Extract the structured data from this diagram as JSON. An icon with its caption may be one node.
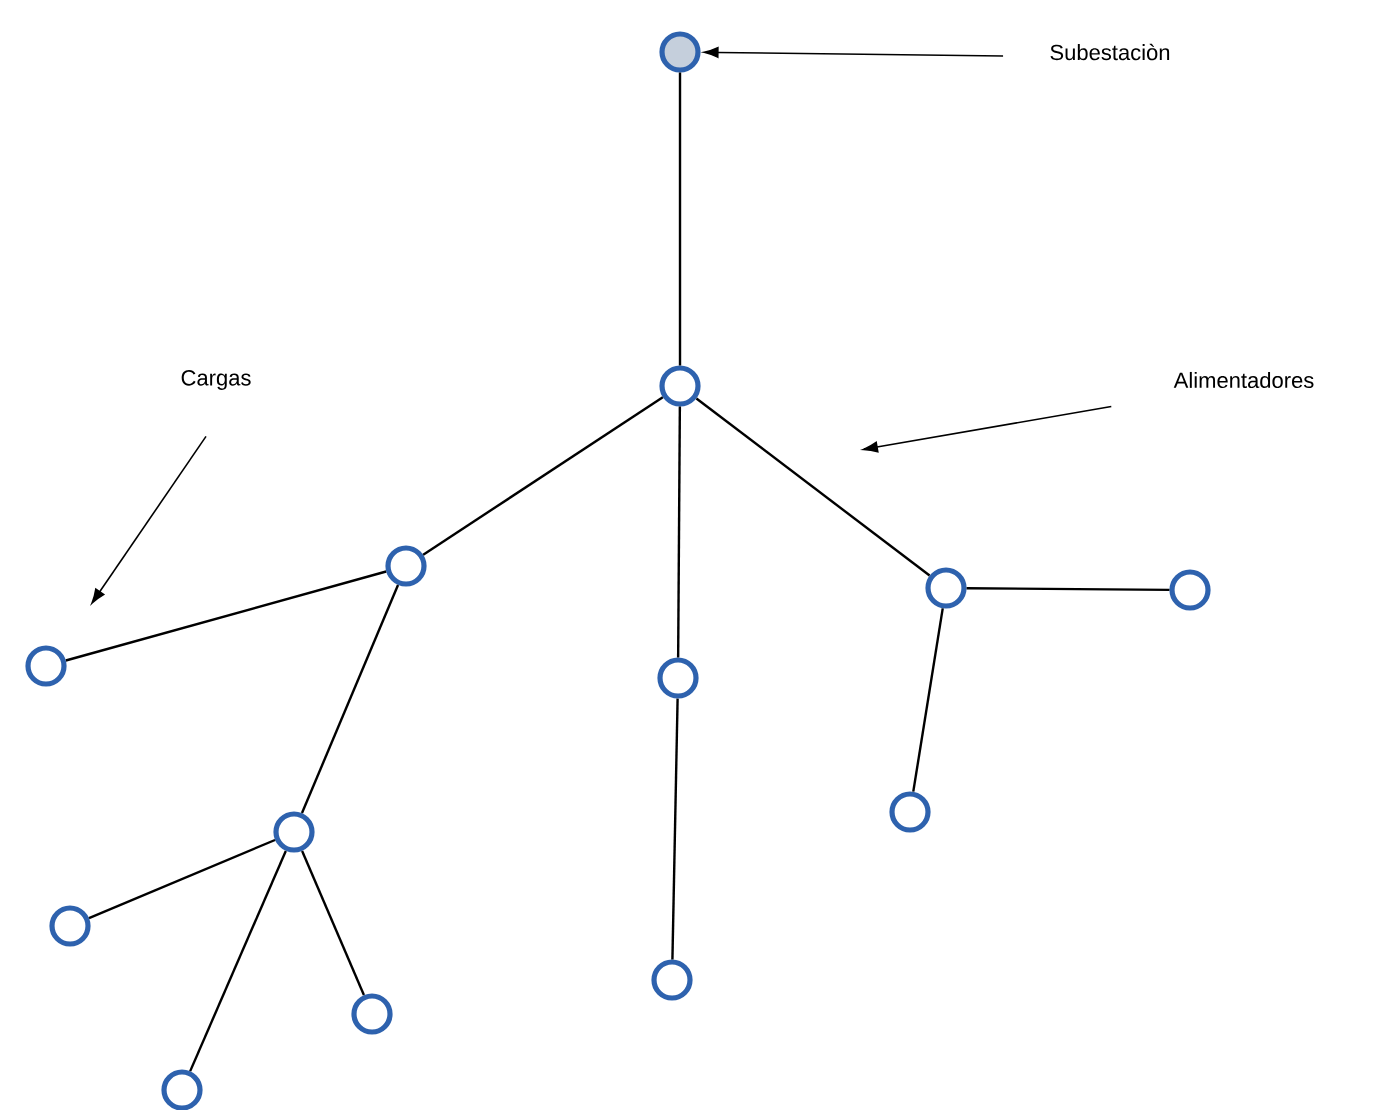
{
  "diagram": {
    "nodes": [
      {
        "text": [],
        "shape": "circle"
      },
      {
        "text": [],
        "shape": "circle"
      },
      {
        "text": [],
        "shape": "circle"
      },
      {
        "text": [],
        "shape": "circle"
      },
      {
        "text": [],
        "shape": "circle"
      },
      {
        "text": [],
        "shape": "circle"
      },
      {
        "text": [],
        "shape": "circle"
      },
      {
        "text": [],
        "shape": "circle"
      },
      {
        "text": [],
        "shape": "circle"
      },
      {
        "text": [],
        "shape": "circle"
      },
      {
        "text": [],
        "shape": "circle"
      },
      {
        "text": [],
        "shape": "circle"
      },
      {
        "text": [],
        "shape": "circle"
      },
      {
        "text": [
          "Subestaciòn"
        ]
      },
      {
        "text": [
          "Cargas"
        ]
      },
      {
        "text": [
          "Alimentadores"
        ]
      }
    ],
    "edges": [
      {
        "from": 0,
        "to": 1,
        "arrow": "none"
      },
      {
        "from": 1,
        "to": 2,
        "arrow": "none"
      },
      {
        "from": 2,
        "to": 3,
        "arrow": "none"
      },
      {
        "from": 2,
        "to": 4,
        "arrow": "none"
      },
      {
        "from": 4,
        "to": 5,
        "arrow": "none"
      },
      {
        "from": 4,
        "to": 6,
        "arrow": "none"
      },
      {
        "from": 4,
        "to": 7,
        "arrow": "none"
      },
      {
        "from": 1,
        "to": 8,
        "arrow": "none"
      },
      {
        "from": 8,
        "to": 9,
        "arrow": "none"
      },
      {
        "from": 1,
        "to": 10,
        "arrow": "none"
      },
      {
        "from": 10,
        "to": 11,
        "arrow": "none"
      },
      {
        "from": 10,
        "to": 12,
        "arrow": "none"
      },
      {
        "from": 13,
        "to": 0,
        "arrow": "to"
      },
      {
        "from": 14,
        "to": null,
        "arrow": "to"
      },
      {
        "from": 15,
        "to": null,
        "arrow": "to"
      }
    ]
  }
}
